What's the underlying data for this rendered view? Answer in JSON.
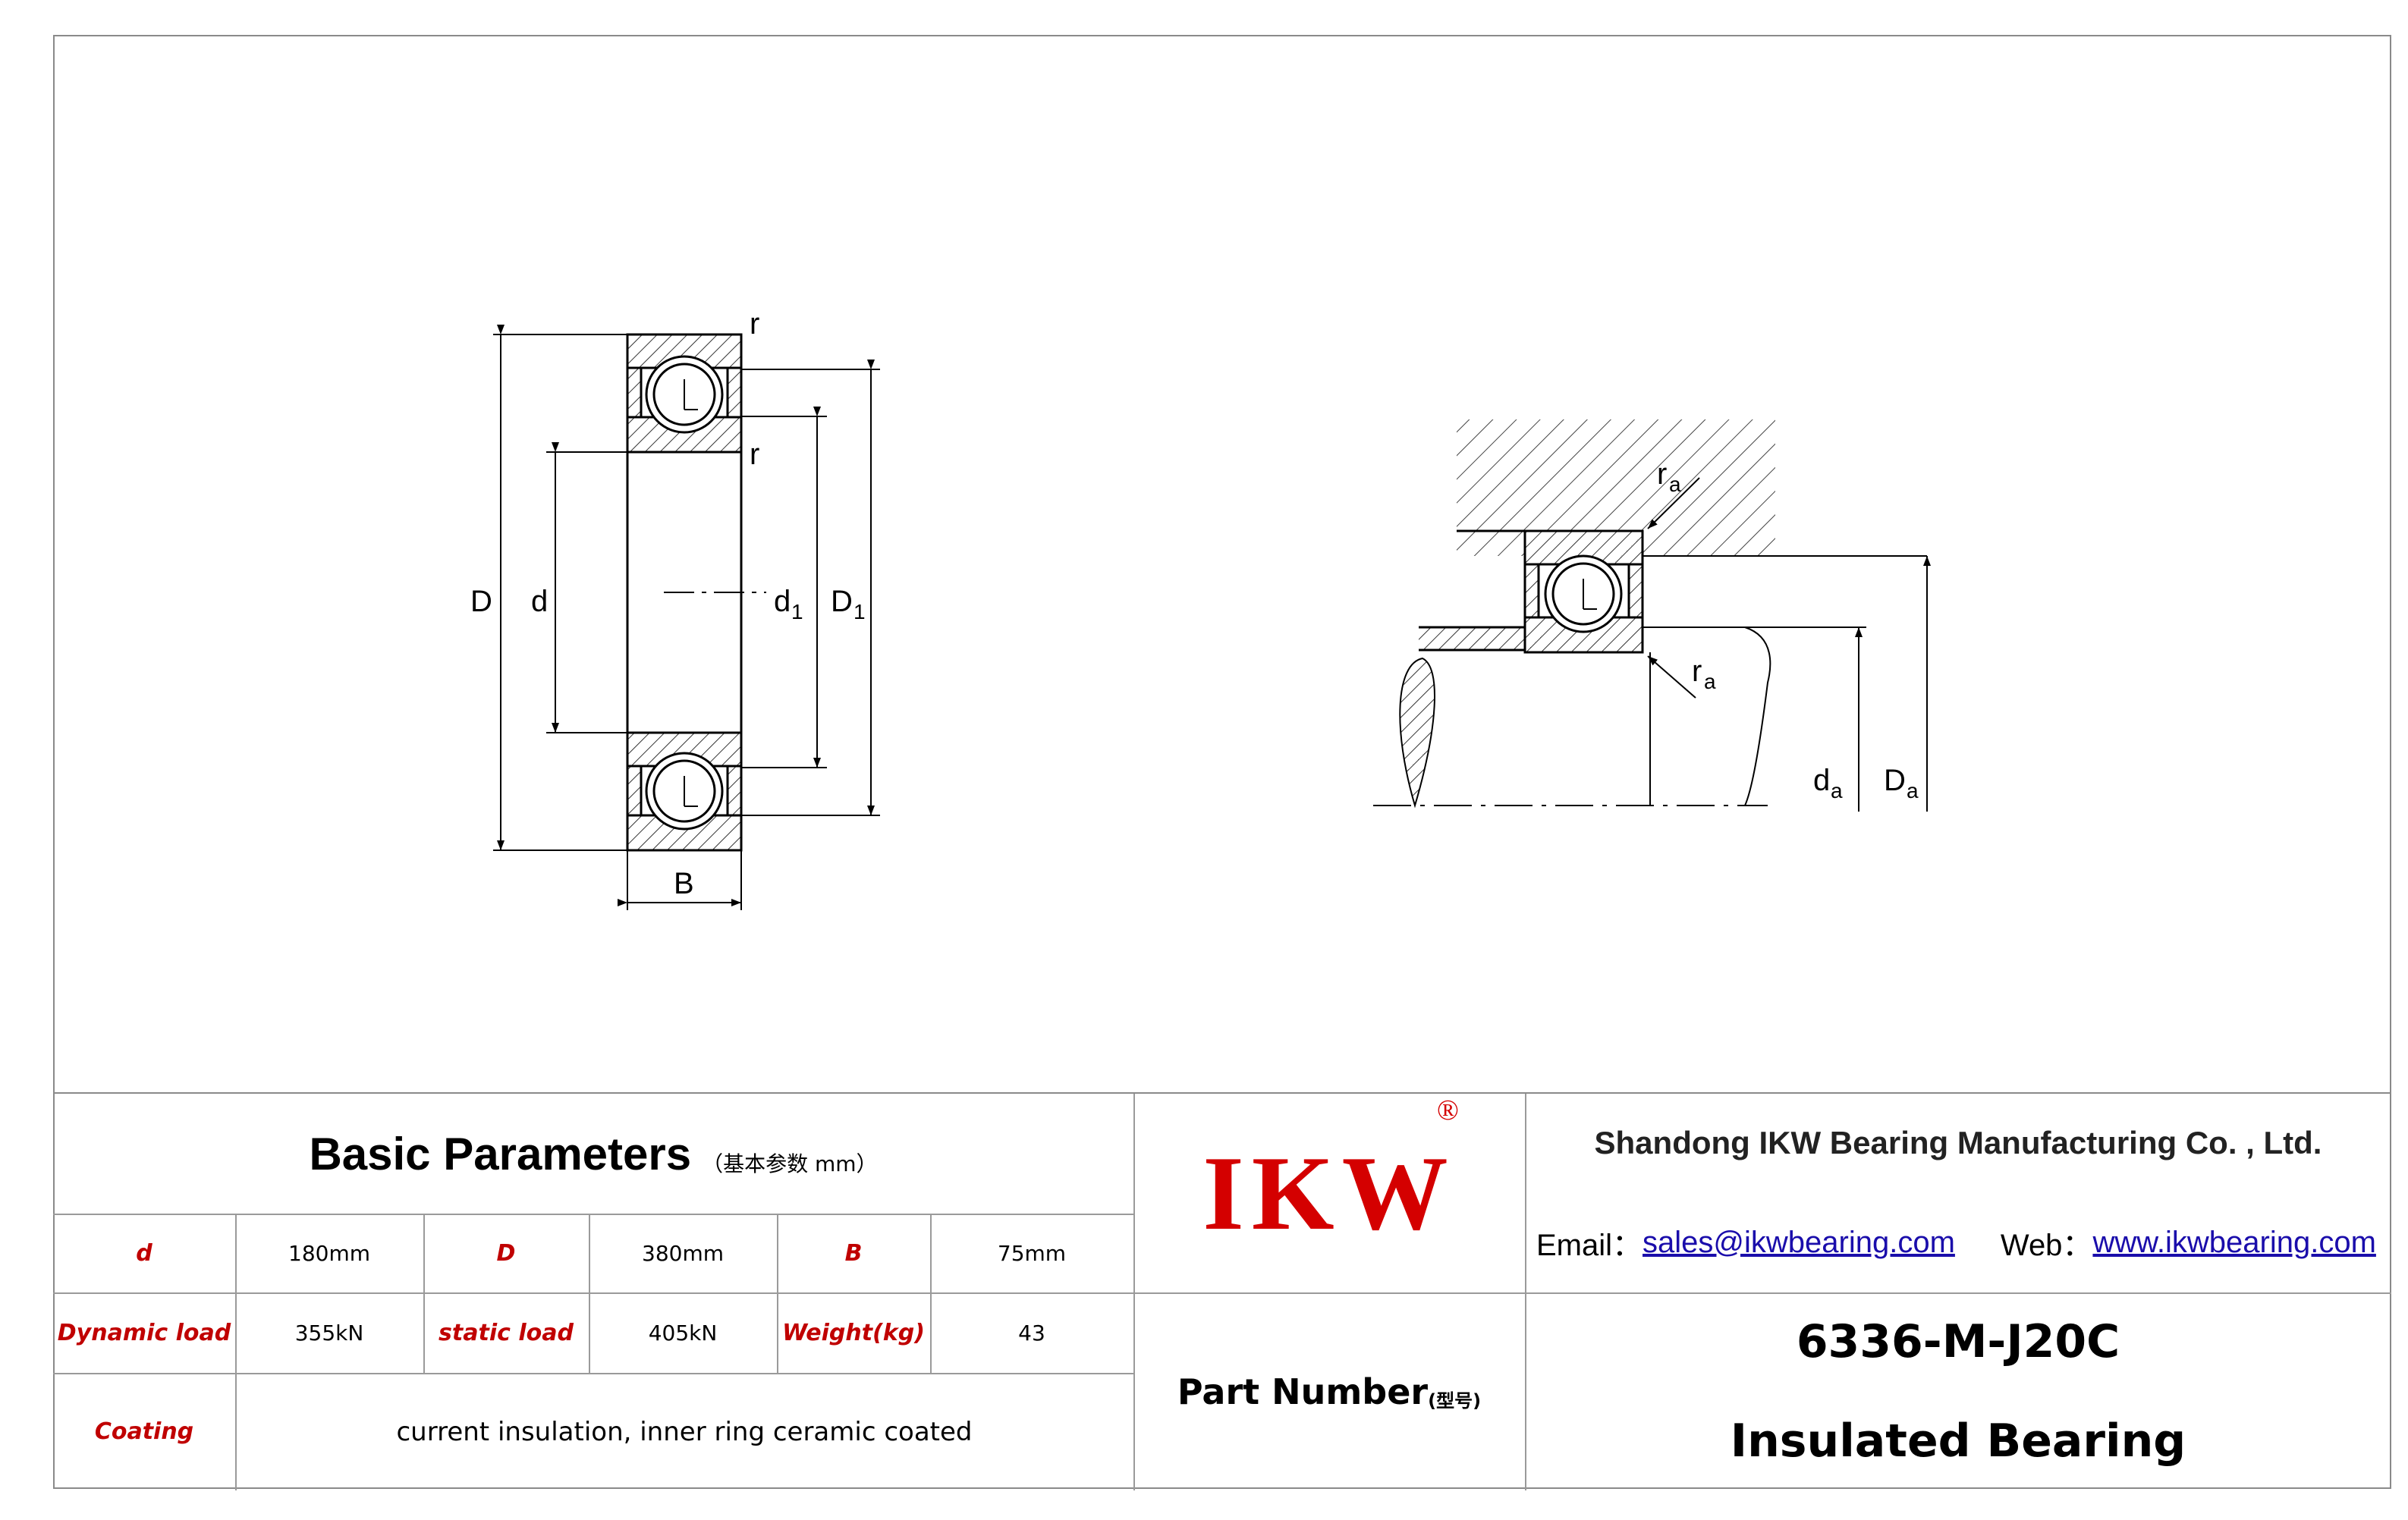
{
  "drawing": {
    "left_labels": {
      "D": "D",
      "d": "d",
      "d1": "d",
      "d1_sub": "1",
      "D1": "D",
      "D1_sub": "1",
      "B": "B",
      "r_top": "r",
      "r_inner": "r"
    },
    "right_labels": {
      "ra_top": "r",
      "ra_top_sub": "a",
      "ra_bottom": "r",
      "ra_bottom_sub": "a",
      "da": "d",
      "da_sub": "a",
      "Da": "D",
      "Da_sub": "a"
    }
  },
  "parameters": {
    "title": "Basic Parameters",
    "subtitle": "（基本参数 mm）",
    "rows": [
      [
        {
          "label": "d",
          "value": "180mm"
        },
        {
          "label": "D",
          "value": "380mm"
        },
        {
          "label": "B",
          "value": "75mm"
        }
      ],
      [
        {
          "label": "Dynamic load",
          "value": "355kN"
        },
        {
          "label": "static load",
          "value": "405kN"
        },
        {
          "label": "Weight(kg)",
          "value": "43"
        }
      ]
    ],
    "coating": {
      "label": "Coating",
      "value": "current insulation, inner ring ceramic coated"
    }
  },
  "brand": {
    "logo": "IKW",
    "registered": "®"
  },
  "company": {
    "name": "Shandong IKW Bearing Manufacturing Co. , Ltd.",
    "email_label": "Email：",
    "email": "sales@ikwbearing.com",
    "web_label": "Web：",
    "web": "www.ikwbearing.com"
  },
  "part": {
    "label": "Part Number",
    "label_sub": "(型号)",
    "number": "6336-M-J20C",
    "type": "Insulated Bearing"
  }
}
